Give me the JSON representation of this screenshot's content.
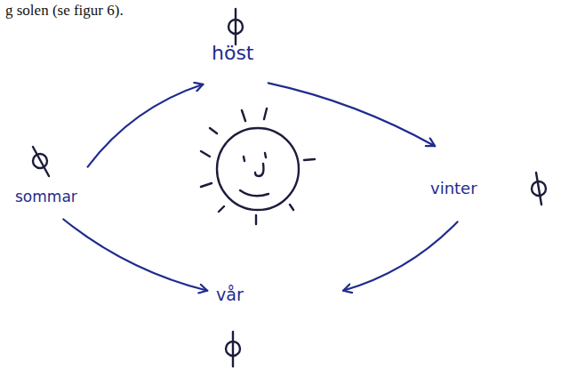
{
  "diagram": {
    "nodes": [
      {
        "text": [
          "höst"
        ]
      },
      {
        "text": [
          "sommar"
        ]
      },
      {
        "text": [
          "vinter"
        ]
      },
      {
        "text": [
          "vår"
        ]
      }
    ],
    "edges": [
      {
        "from": 1,
        "to": 0,
        "arrow": "to"
      },
      {
        "from": 0,
        "to": 2,
        "arrow": "to"
      },
      {
        "from": 2,
        "to": 3,
        "arrow": "to"
      },
      {
        "from": 1,
        "to": 3,
        "arrow": "to"
      }
    ],
    "labels": [
      "g solen (se figur 6)."
    ]
  }
}
